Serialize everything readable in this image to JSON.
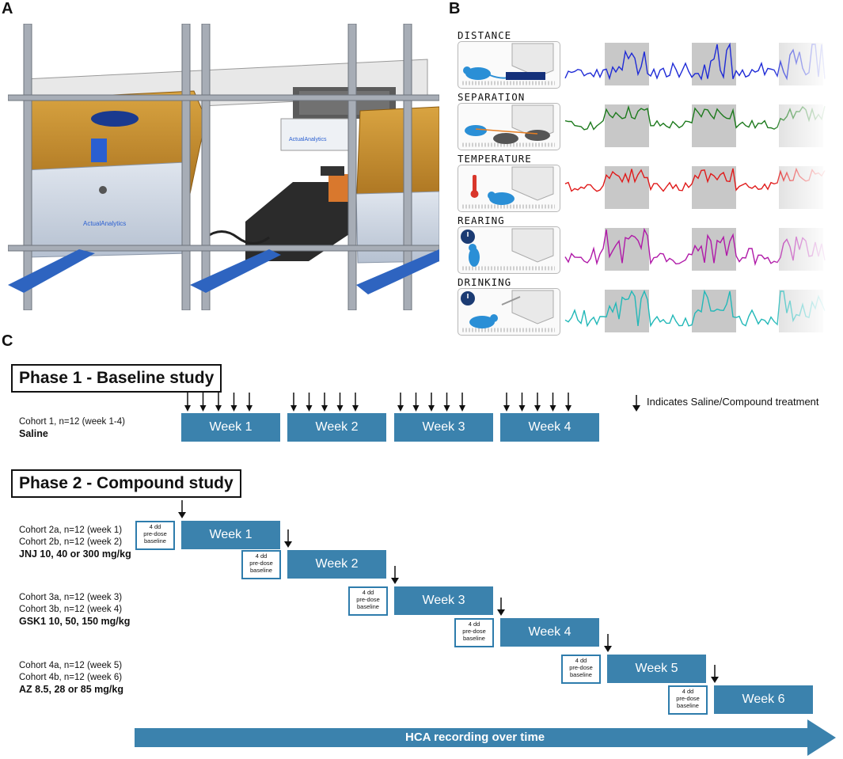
{
  "panels": {
    "a": "A",
    "b": "B",
    "c": "C"
  },
  "photo": {
    "logo_text": "ActualAnalytics"
  },
  "traces": [
    {
      "label": "DISTANCE",
      "color": "#1f2bd6"
    },
    {
      "label": "SEPARATION",
      "color": "#1d7a1d"
    },
    {
      "label": "TEMPERATURE",
      "color": "#e01b1b"
    },
    {
      "label": "REARING",
      "color": "#b01aa8"
    },
    {
      "label": "DRINKING",
      "color": "#22b8b8"
    }
  ],
  "phase1": {
    "title": "Phase 1 - Baseline study",
    "cohort_line1": "Cohort 1, n=12 (week 1-4)",
    "compound": "Saline",
    "weeks": [
      "Week 1",
      "Week 2",
      "Week 3",
      "Week 4"
    ]
  },
  "legend": {
    "text": "Indicates Saline/Compound treatment"
  },
  "phase2": {
    "title": "Phase 2 - Compound study",
    "groups": [
      {
        "line1": "Cohort 2a, n=12 (week 1)",
        "line2": "Cohort 2b, n=12 (week 2)",
        "compound": "JNJ 10, 40 or 300 mg/kg"
      },
      {
        "line1": "Cohort 3a, n=12 (week 3)",
        "line2": "Cohort 3b, n=12 (week 4)",
        "compound": "GSK1 10, 50, 150 mg/kg"
      },
      {
        "line1": "Cohort 4a, n=12 (week 5)",
        "line2": "Cohort 4b, n=12 (week 6)",
        "compound": "AZ 8.5, 28 or 85 mg/kg"
      }
    ],
    "weeks": [
      "Week 1",
      "Week 2",
      "Week 3",
      "Week 4",
      "Week 5",
      "Week 6"
    ],
    "baseline": {
      "line1": "4 dd",
      "line2": "pre-dose",
      "line3": "baseline"
    }
  },
  "timeline": {
    "label": "HCA recording over time",
    "color": "#3b82ad"
  },
  "colors": {
    "week_fill": "#3b82ad",
    "mouse": "#2a8fd6",
    "grey_band": "#c8c8c8"
  }
}
